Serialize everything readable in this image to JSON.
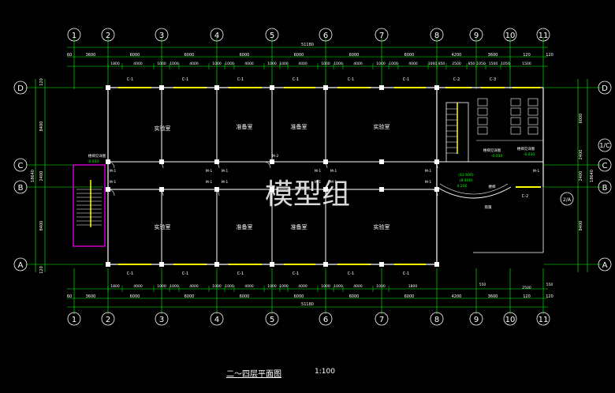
{
  "drawing": {
    "colors": {
      "background": "#000000",
      "grid_line": "#00ff00",
      "wall": "#ffffff",
      "window": "#ffff00",
      "text": "#ffffff",
      "stair_highlight": "#ff00ff",
      "annotation": "#00ff00"
    },
    "title": "二～四层平面图",
    "scale": "1:100",
    "watermark": "模型组",
    "axes_top": [
      "1",
      "2",
      "3",
      "4",
      "5",
      "6",
      "7",
      "8",
      "9",
      "10",
      "11"
    ],
    "axes_side": [
      "D",
      "C",
      "B",
      "A"
    ],
    "axis_extra": "1/C",
    "axis_extra2": "2/A",
    "total_dimension": "51180",
    "top_row1": [
      "3600",
      "6000",
      "6000",
      "6000",
      "6000",
      "6000",
      "6000",
      "4200",
      "3600",
      "120"
    ],
    "bottom_row1": [
      "3600",
      "6000",
      "6000",
      "6000",
      "6000",
      "6000",
      "6000",
      "4200",
      "3600",
      "120"
    ],
    "top_row2": [
      "1800",
      "4000",
      "1000",
      "1000",
      "4000",
      "1000",
      "1000",
      "4000",
      "1000",
      "1000",
      "4000",
      "1000",
      "1000",
      "4000",
      "1000",
      "1000",
      "4000",
      "1000",
      "850",
      "2500",
      "850",
      "1050",
      "1500",
      "1050",
      "1500"
    ],
    "bottom_row2": [
      "1800",
      "4000",
      "1000",
      "1000",
      "4000",
      "1000",
      "1000",
      "4000",
      "1000",
      "1000",
      "4000",
      "1000",
      "1000",
      "4000",
      "1000",
      "1800"
    ],
    "left_dims": [
      "120",
      "8400",
      "2400",
      "8400",
      "120"
    ],
    "left_total": "18640",
    "right_dims": [
      "6000",
      "2400",
      "2400",
      "8400"
    ],
    "right_total": "18640",
    "small_dims": [
      "550",
      "2500",
      "550",
      "60",
      "60"
    ],
    "rooms": {
      "lab_top_left": "实验室",
      "prep_top_1": "准备室",
      "prep_top_2": "准备室",
      "lab_top_right": "实验室",
      "lab_bottom_left": "实验室",
      "prep_bottom_1": "准备室",
      "prep_bottom_2": "准备室",
      "lab_bottom_right": "实验室"
    },
    "window_labels": [
      "C-1",
      "C-1",
      "C-1",
      "C-1",
      "C-1",
      "C-2",
      "C-3",
      "C-1",
      "C-1",
      "C-1",
      "C-1",
      "C-1",
      "C-2"
    ],
    "door_label_m1": "M-1",
    "door_label_m2": "M-2",
    "annotations": {
      "left_stair": "楼梯见详图",
      "left_level": "-0.030",
      "mid_level_a": "(12.600)",
      "mid_level_b": "(8.400)",
      "mid_level_c": "4.200",
      "right_stair_a": "楼梯见详图",
      "right_level_a": "-0.030",
      "right_stair_b": "楼梯见详图",
      "right_level_b": "-0.030",
      "canopy": "雨篷",
      "stair_detail": "楼梯",
      "dim_60": "60",
      "dim_120": "120"
    }
  }
}
